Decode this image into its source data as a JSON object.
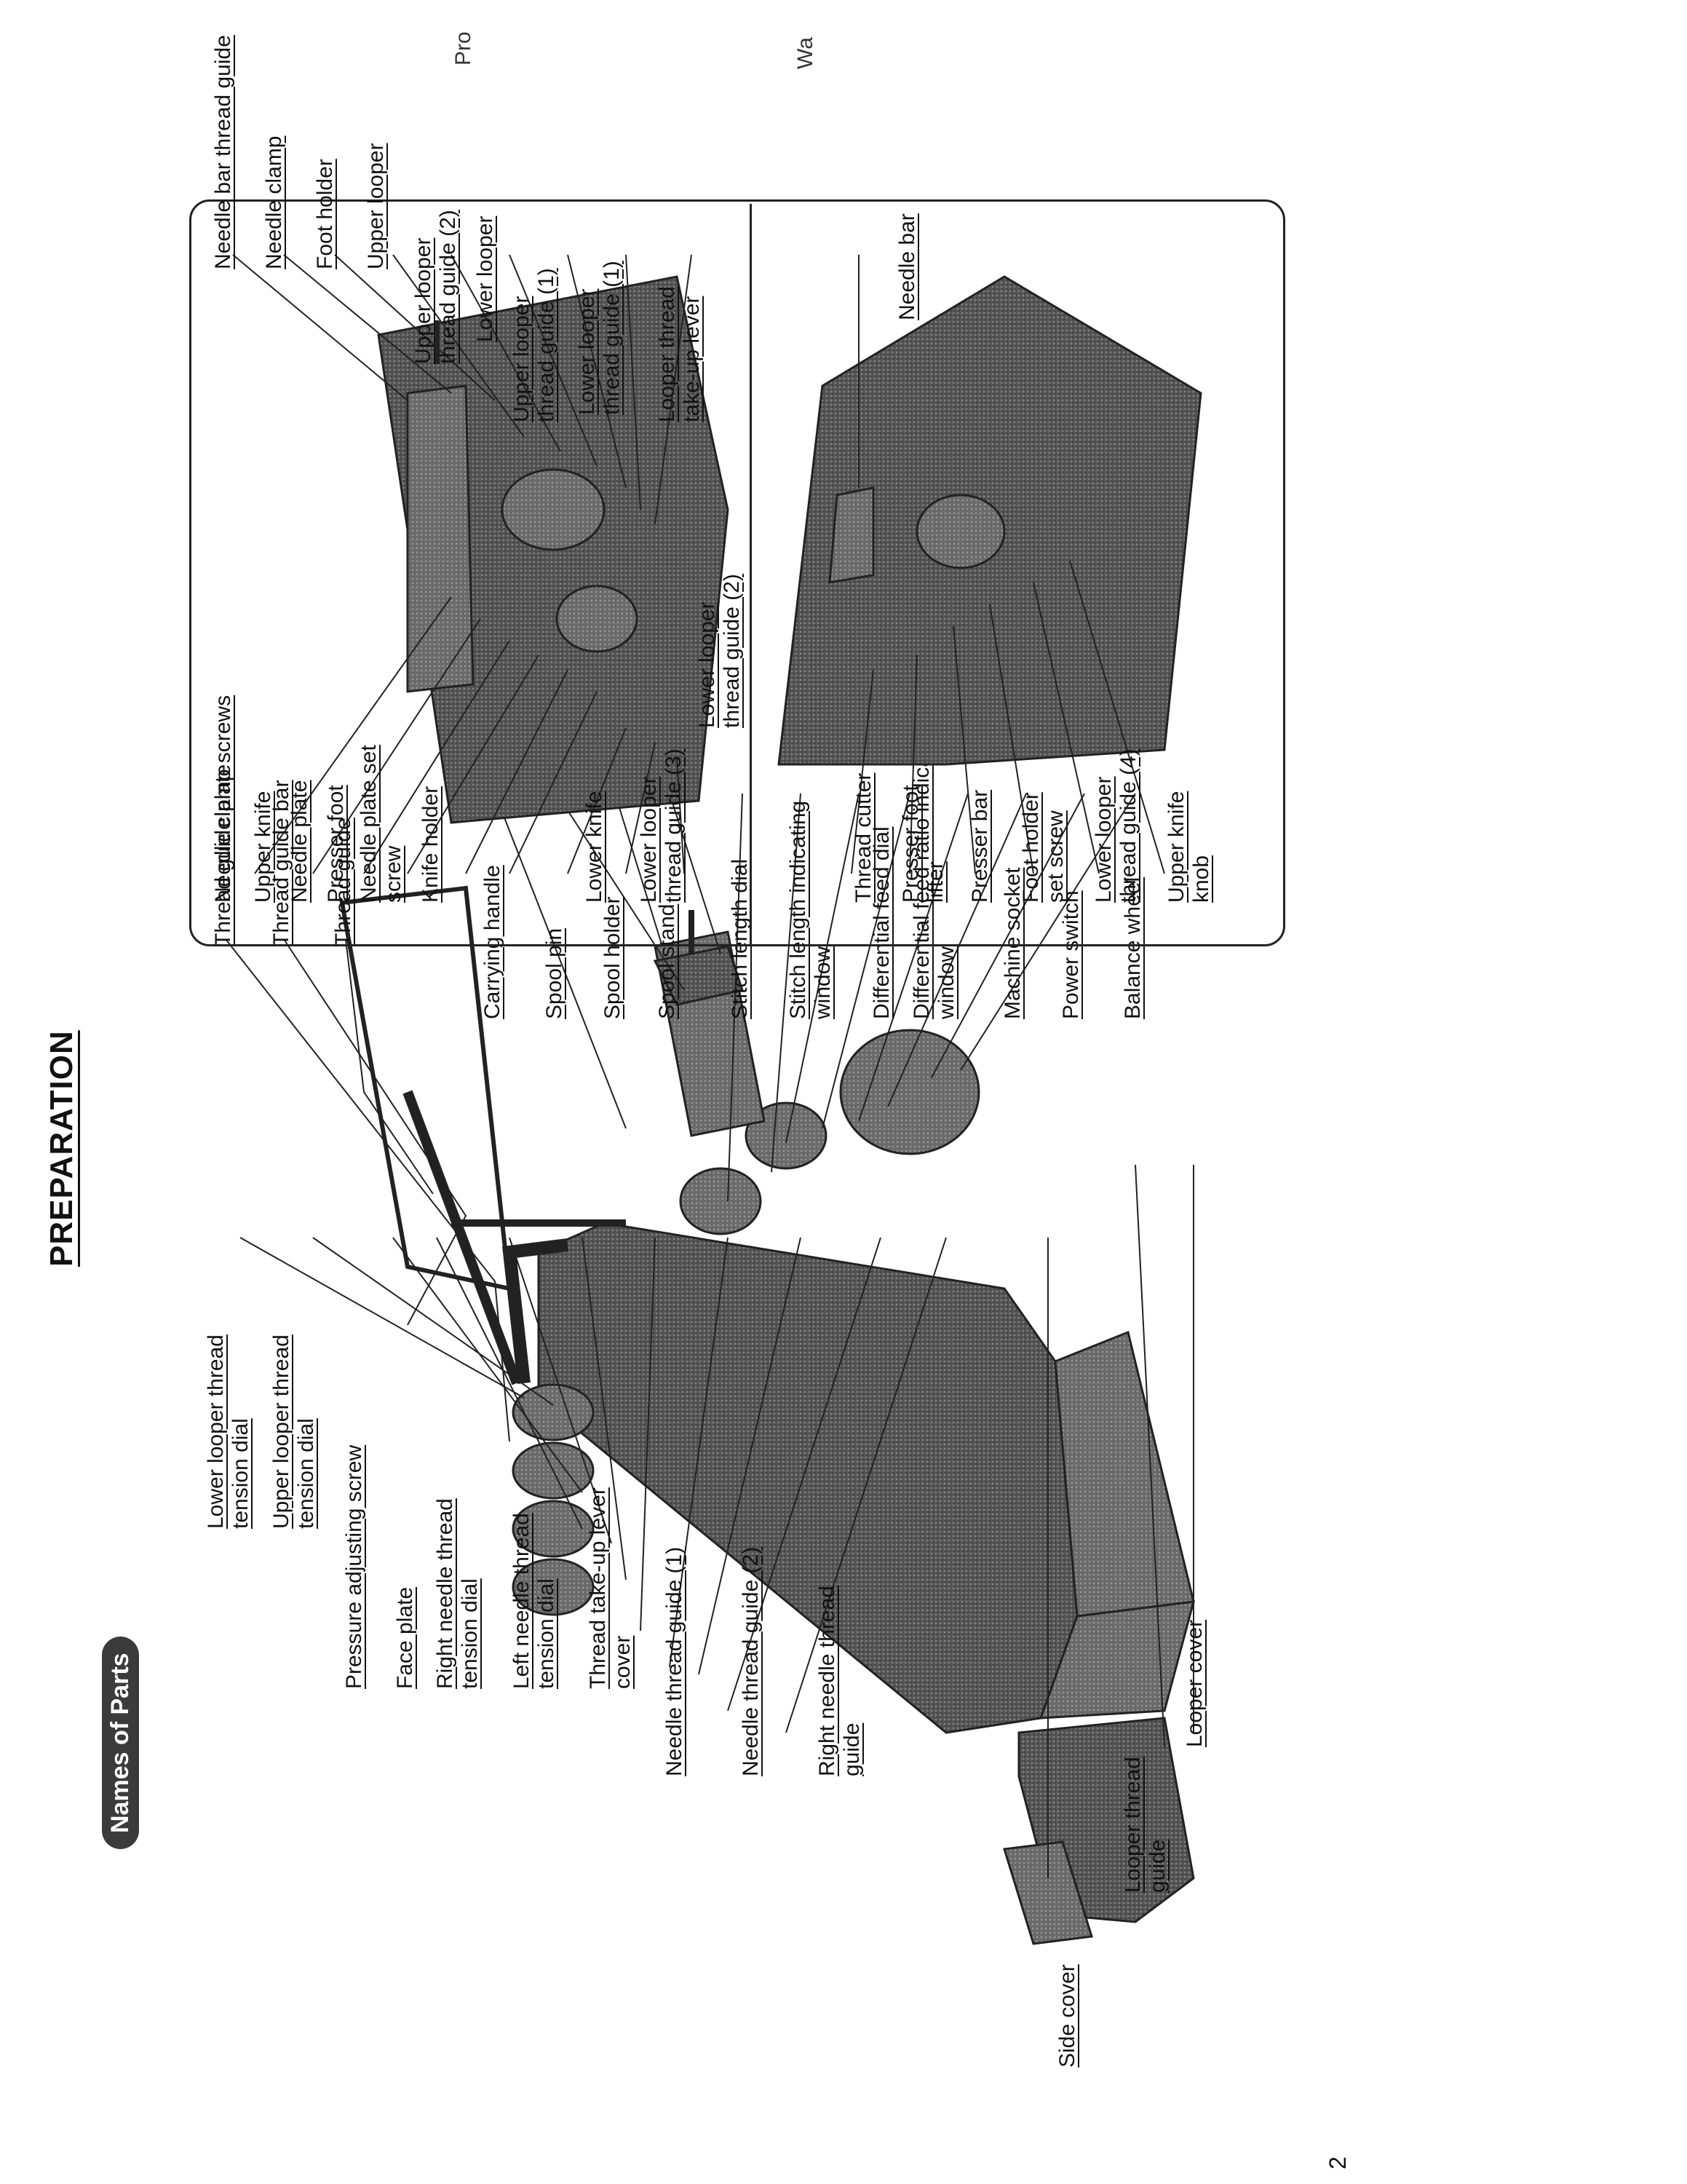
{
  "header": {
    "section_title": "PREPARATION",
    "subtitle_badge": "Names of Parts",
    "page_number": "2",
    "edge_text_1": "Pro",
    "edge_text_2": "Wa"
  },
  "main_labels": {
    "thread_guide_plate": "Thread guide plate",
    "thread_guide_bar": "Thread guide bar",
    "thread_guide": "Thread guide",
    "carrying_handle": "Carrying handle",
    "spool_pin": "Spool pin",
    "spool_holder": "Spool holder",
    "spool_stand": "Spool stand",
    "stitch_length_dial": "Stitch length dial",
    "stitch_length_window": "Stitch length indicating window",
    "differential_feed_dial": "Differential feed dial",
    "differential_feed_window": "Differential feed ratio indicating window",
    "machine_socket": "Machine socket",
    "power_switch": "Power switch",
    "balance_wheel": "Balance wheel",
    "lower_looper_tension": "Lower looper thread tension dial",
    "upper_looper_tension": "Upper looper thread tension dial",
    "pressure_screw": "Pressure adjusting screw",
    "face_plate": "Face plate",
    "right_needle_tension": "Right needle thread tension dial",
    "left_needle_tension": "Left needle thread tension dial",
    "take_up_cover": "Thread take-up lever cover",
    "needle_guide_1": "Needle thread guide (1)",
    "needle_guide_2": "Needle thread guide (2)",
    "right_needle_guide": "Right needle thread guide",
    "side_cover": "Side cover",
    "looper_thread_guide": "Looper thread guide",
    "looper_cover": "Looper cover"
  },
  "inset_top_labels": {
    "needle_bar_thread_guide": "Needle bar thread guide",
    "needle_clamp": "Needle clamp",
    "foot_holder": "Foot holder",
    "upper_looper": "Upper looper",
    "upper_looper_guide_2": "Upper looper thread guide (2)",
    "lower_looper": "Lower looper",
    "upper_looper_guide_1": "Upper looper thread guide (1)",
    "lower_looper_guide_1": "Lower looper thread guide (1)",
    "looper_take_up": "Looper thread take-up lever",
    "needle_clamp_screws": "Needle clamp screws",
    "upper_knife": "Upper knife",
    "needle_plate": "Needle plate",
    "presser_foot": "Presser foot",
    "needle_plate_set_screw": "Needle plate set screw",
    "knife_holder": "Knife holder",
    "lower_knife": "Lower knife",
    "lower_looper_guide_3": "Lower looper thread guide (3)",
    "lower_looper_guide_2": "Lower looper thread guide (2)"
  },
  "inset_bottom_labels": {
    "needle_bar": "Needle bar",
    "thread_cutter": "Thread cutter",
    "presser_foot_lifter": "Presser foot lifter",
    "presser_bar": "Presser bar",
    "foot_holder_set_screw": "Foot holder set screw",
    "lower_looper_guide_4": "Lower looper thread guide (4)",
    "upper_knife_knob": "Upper knife knob"
  }
}
